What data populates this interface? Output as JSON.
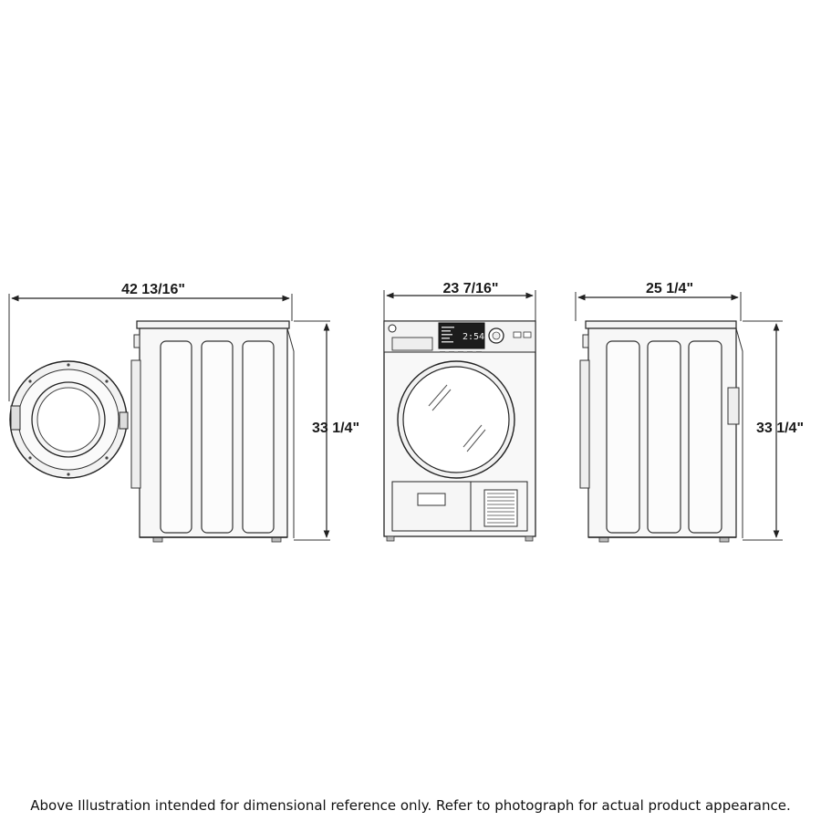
{
  "dimensions": {
    "side_open_depth": "42 13/16\"",
    "front_width": "23 7/16\"",
    "side_depth": "25 1/4\"",
    "height_left": "33 1/4\"",
    "height_right": "33 1/4\""
  },
  "display": {
    "readout": "2:54"
  },
  "caption": "Above Illustration intended for dimensional reference only. Refer to photograph for actual product appearance."
}
